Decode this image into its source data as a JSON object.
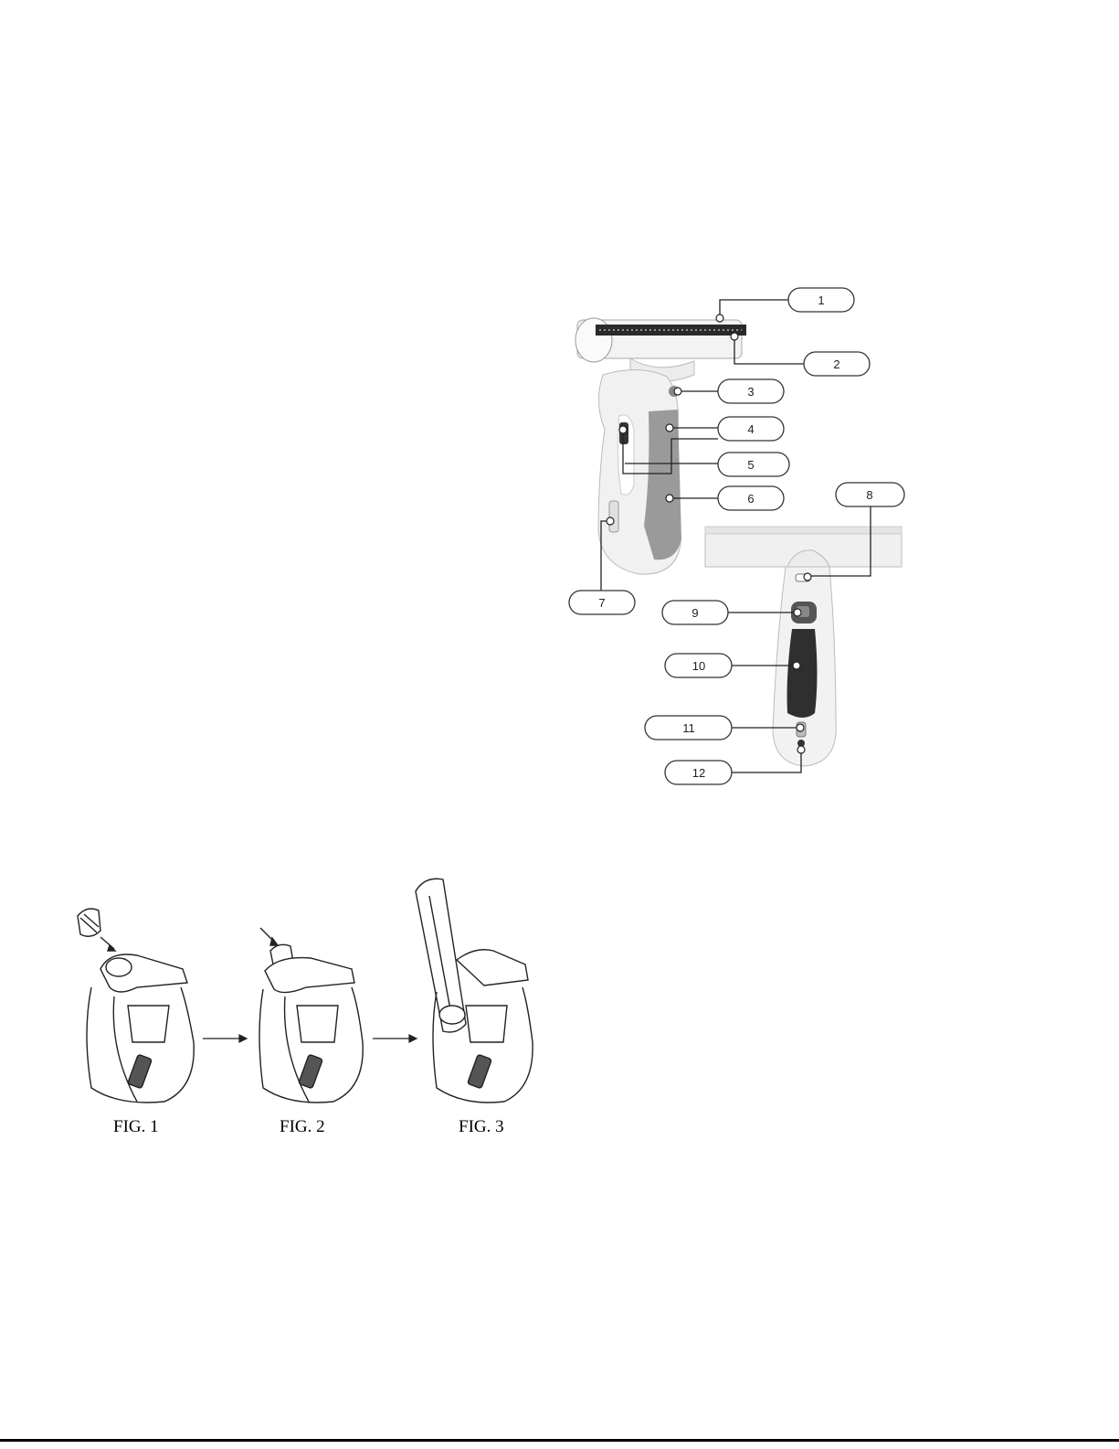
{
  "callouts": [
    {
      "label": "1"
    },
    {
      "label": "2"
    },
    {
      "label": "3"
    },
    {
      "label": "4"
    },
    {
      "label": "5"
    },
    {
      "label": "6"
    },
    {
      "label": "7"
    },
    {
      "label": "8"
    },
    {
      "label": "9"
    },
    {
      "label": "10"
    },
    {
      "label": "11"
    },
    {
      "label": "12"
    }
  ],
  "figures": [
    {
      "caption": "FIG. 1"
    },
    {
      "caption": "FIG. 2"
    },
    {
      "caption": "FIG. 3"
    }
  ]
}
